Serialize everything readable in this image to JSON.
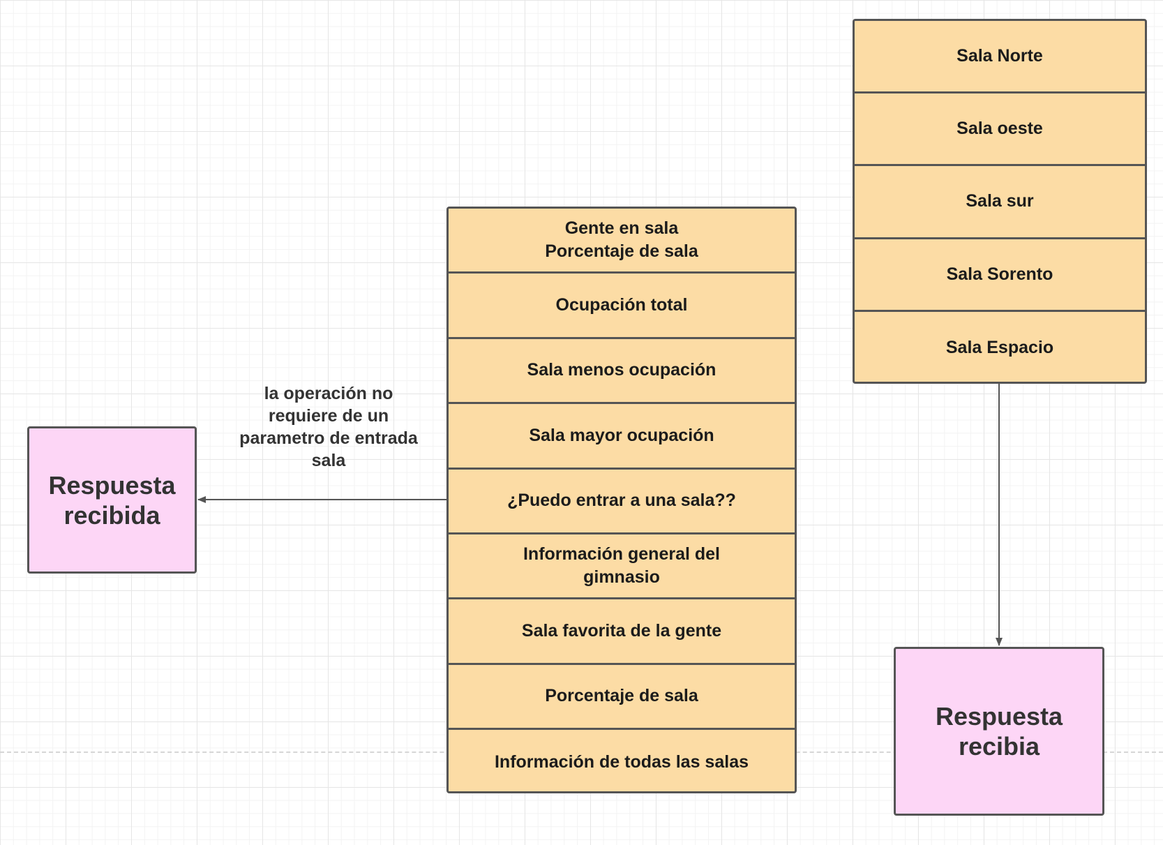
{
  "operations": [
    "Gente en sala\nPorcentaje de sala",
    "Ocupación total",
    "Sala menos ocupación",
    "Sala mayor ocupación",
    "¿Puedo entrar a una sala??",
    "Información general del\ngimnasio",
    "Sala favorita de la gente",
    "Porcentaje de sala",
    "Información de todas las salas"
  ],
  "rooms": [
    "Sala Norte",
    "Sala oeste",
    "Sala sur",
    "Sala Sorento",
    "Sala Espacio"
  ],
  "response_left": "Respuesta\nrecibida",
  "response_right": "Respuesta\nrecibia",
  "edge_note": "la operación no\nrequiere de un\nparametro de entrada\nsala",
  "colors": {
    "operation_fill": "#fcdca5",
    "response_fill": "#fdd6f6",
    "border": "#555555"
  }
}
